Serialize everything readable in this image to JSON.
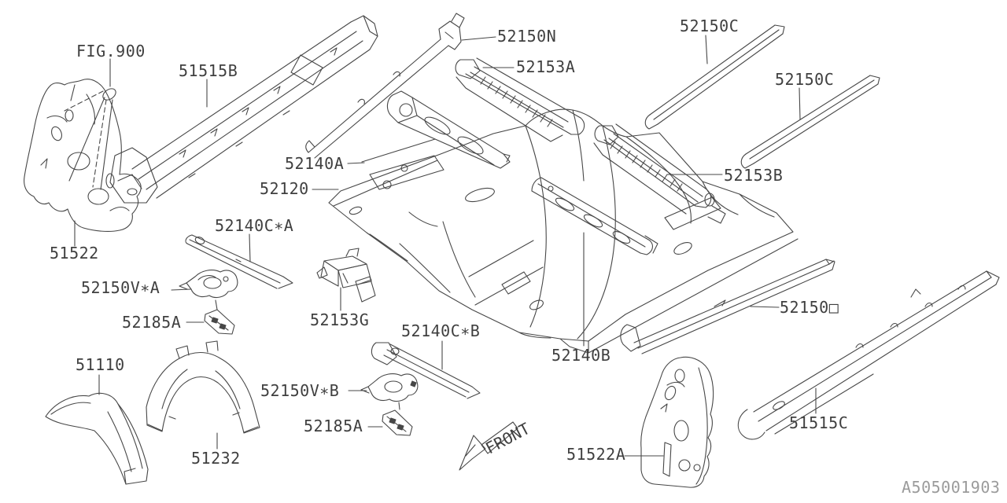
{
  "diagram": {
    "figure_reference": "FIG.900",
    "front_indicator": "FRONT",
    "drawing_number": "A505001903",
    "background_color": "#ffffff",
    "line_color": "#474747",
    "label_color": "#3f3f3f",
    "drawing_number_color": "#9b9b9b"
  },
  "part_labels": [
    {
      "text": "51515B"
    },
    {
      "text": "52150N"
    },
    {
      "text": "52153A"
    },
    {
      "text": "52150C"
    },
    {
      "text": "52150C"
    },
    {
      "text": "52153B"
    },
    {
      "text": "52140A"
    },
    {
      "text": "52120"
    },
    {
      "text": "52140C∗A"
    },
    {
      "text": "51522"
    },
    {
      "text": "52150V∗A"
    },
    {
      "text": "52185A"
    },
    {
      "text": "52153G"
    },
    {
      "text": "52140C∗B"
    },
    {
      "text": "52150V∗B"
    },
    {
      "text": "52185A"
    },
    {
      "text": "51110"
    },
    {
      "text": "51232"
    },
    {
      "text": "52140B"
    },
    {
      "text": "52150□"
    },
    {
      "text": "51515C"
    },
    {
      "text": "51522A"
    }
  ]
}
